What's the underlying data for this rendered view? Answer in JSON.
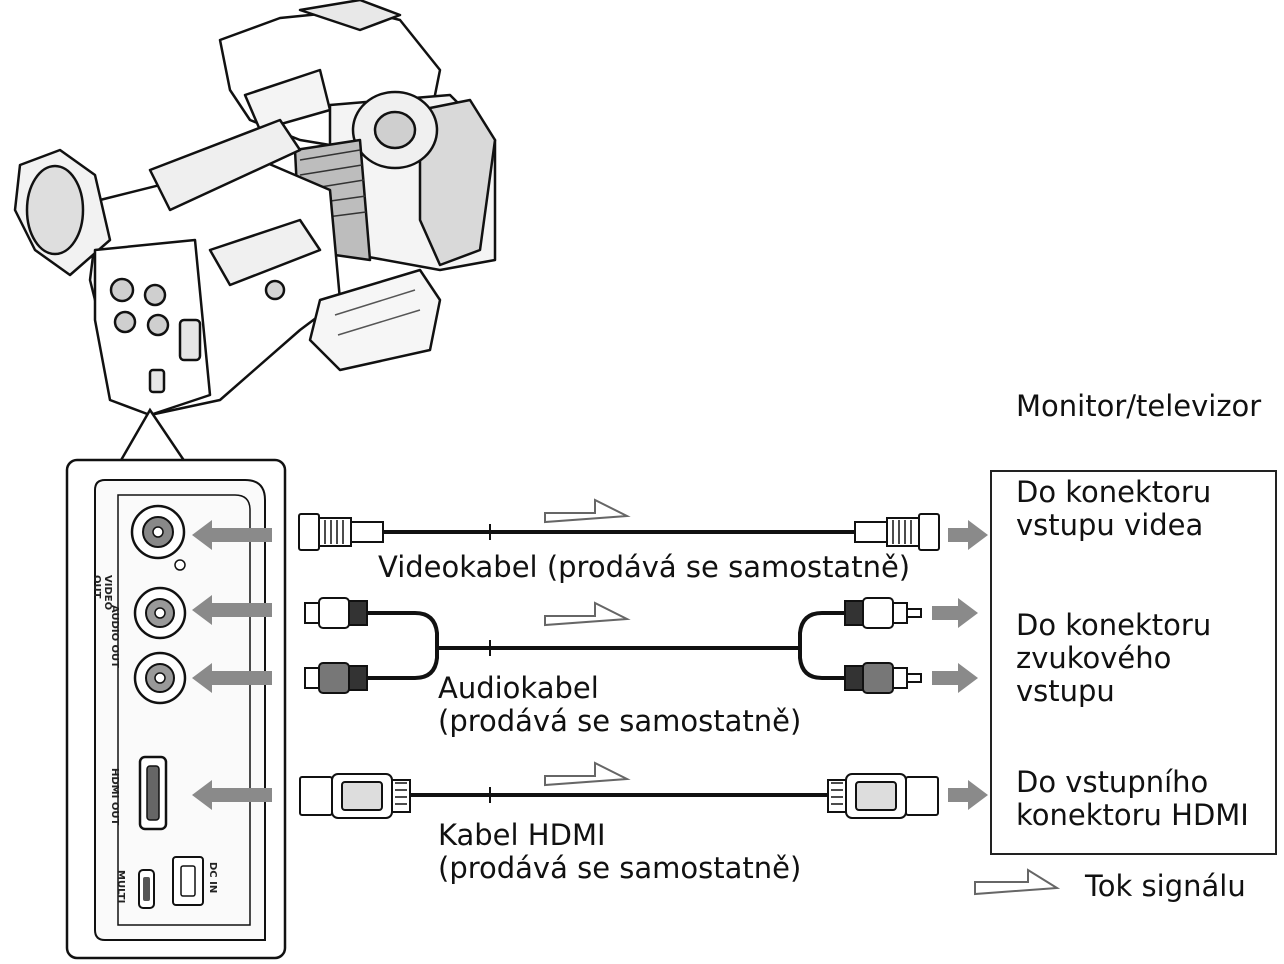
{
  "monitor": {
    "title": "Monitor/televizor",
    "inputs": [
      {
        "id": "video",
        "label": "Do konektoru\nvstupu videa"
      },
      {
        "id": "audio",
        "label": "Do konektoru\nzvukového\nvstupu"
      },
      {
        "id": "hdmi",
        "label": "Do vstupního\nkonektoru HDMI"
      }
    ]
  },
  "cables": [
    {
      "id": "video",
      "label": "Videokabel (prodává se samostatně)"
    },
    {
      "id": "audio",
      "label": "Audiokabel\n(prodává se samostatně)"
    },
    {
      "id": "hdmi",
      "label": "Kabel HDMI\n(prodává se samostatně)"
    }
  ],
  "camera_ports": {
    "video_out": "VIDEO\nOUT",
    "audio_out": "AUDIO OUT",
    "hdmi_out": "HDMI OUT",
    "multi": "MULTI",
    "dc_in": "DC IN"
  },
  "legend": {
    "label": "Tok signálu",
    "icon": "signal-flow-arrow-icon"
  },
  "colors": {
    "arrow": "#8a8a8a",
    "line": "#111111",
    "background": "#ffffff"
  }
}
